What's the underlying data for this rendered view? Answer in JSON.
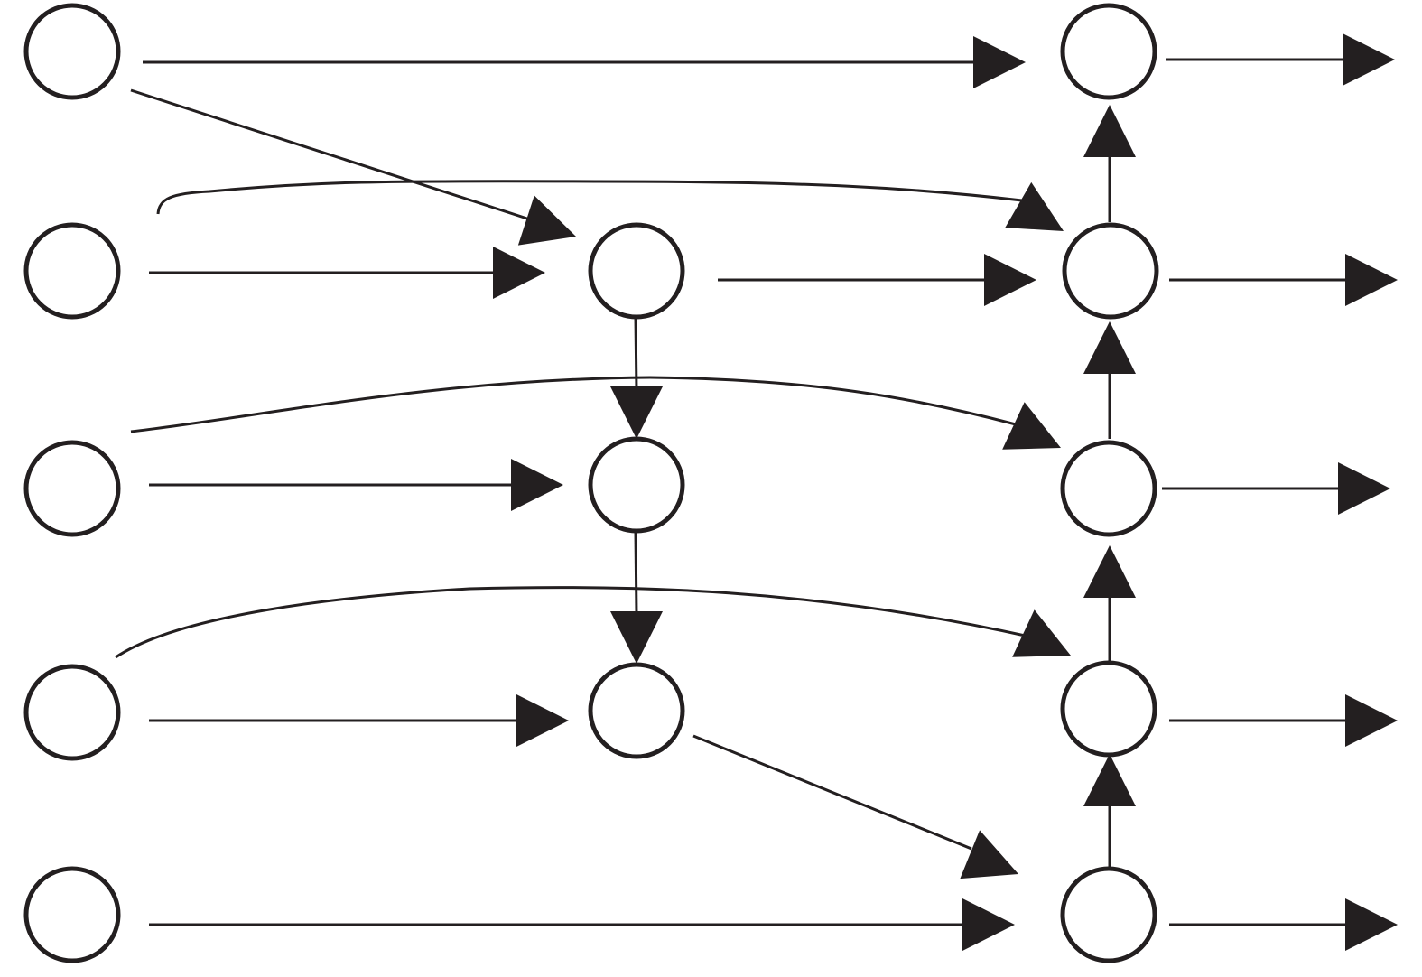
{
  "diagram": {
    "type": "directed-graph",
    "colors": {
      "ink": "#231f20",
      "background": "#ffffff"
    },
    "columns": [
      {
        "id": "input",
        "nodes": [
          "a1",
          "a2",
          "a3",
          "a4",
          "a5"
        ]
      },
      {
        "id": "middle",
        "nodes": [
          "b2",
          "b3",
          "b4"
        ]
      },
      {
        "id": "output",
        "nodes": [
          "c1",
          "c2",
          "c3",
          "c4",
          "c5"
        ]
      }
    ],
    "edges": [
      {
        "from": "a1",
        "to": "c1"
      },
      {
        "from": "a1",
        "to": "b2"
      },
      {
        "from": "a2",
        "to": "b2"
      },
      {
        "from": "a2",
        "to": "c2"
      },
      {
        "from": "a3",
        "to": "b3"
      },
      {
        "from": "a3",
        "to": "c3"
      },
      {
        "from": "a4",
        "to": "b4"
      },
      {
        "from": "a4",
        "to": "c4"
      },
      {
        "from": "a5",
        "to": "c5"
      },
      {
        "from": "b2",
        "to": "c2"
      },
      {
        "from": "b2",
        "to": "b3"
      },
      {
        "from": "b3",
        "to": "b4"
      },
      {
        "from": "b4",
        "to": "c5"
      },
      {
        "from": "c5",
        "to": "c4"
      },
      {
        "from": "c4",
        "to": "c3"
      },
      {
        "from": "c3",
        "to": "c2"
      },
      {
        "from": "c2",
        "to": "c1"
      }
    ],
    "outgoing": [
      "c1",
      "c2",
      "c3",
      "c4",
      "c5"
    ]
  }
}
